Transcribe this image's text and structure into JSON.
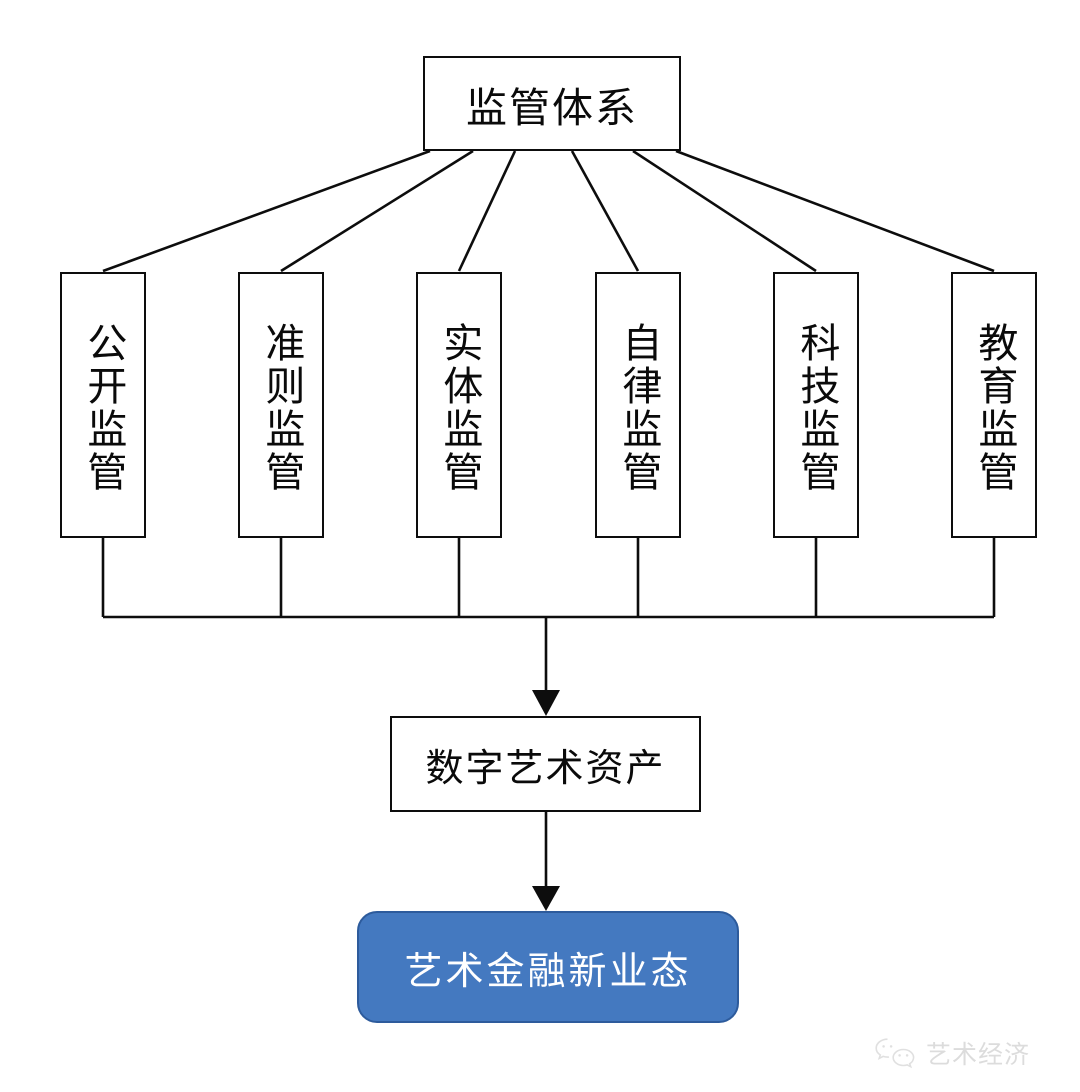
{
  "diagram": {
    "type": "flowchart",
    "title": "监管体系",
    "root": {
      "label": "监管体系",
      "shape": "rectangle"
    },
    "pillars": [
      {
        "label": "公开监管",
        "shape": "rectangle",
        "orientation": "vertical"
      },
      {
        "label": "准则监管",
        "shape": "rectangle",
        "orientation": "vertical"
      },
      {
        "label": "实体监管",
        "shape": "rectangle",
        "orientation": "vertical"
      },
      {
        "label": "自律监管",
        "shape": "rectangle",
        "orientation": "vertical"
      },
      {
        "label": "科技监管",
        "shape": "rectangle",
        "orientation": "vertical"
      },
      {
        "label": "教育监管",
        "shape": "rectangle",
        "orientation": "vertical"
      }
    ],
    "asset": {
      "label": "数字艺术资产",
      "shape": "rectangle"
    },
    "outcome": {
      "label": "艺术金融新业态",
      "shape": "rounded-rectangle"
    },
    "colors": {
      "stroke": "#0d0d0d",
      "node_fill": "#ffffff",
      "outcome_fill": "#4479c0",
      "outcome_stroke": "#2d5b9c",
      "outcome_text": "#ffffff",
      "text": "#0a0a0a",
      "watermark": "#8d8d8d"
    }
  },
  "watermark": {
    "icon": "wechat-icon",
    "text": "艺术经济"
  }
}
